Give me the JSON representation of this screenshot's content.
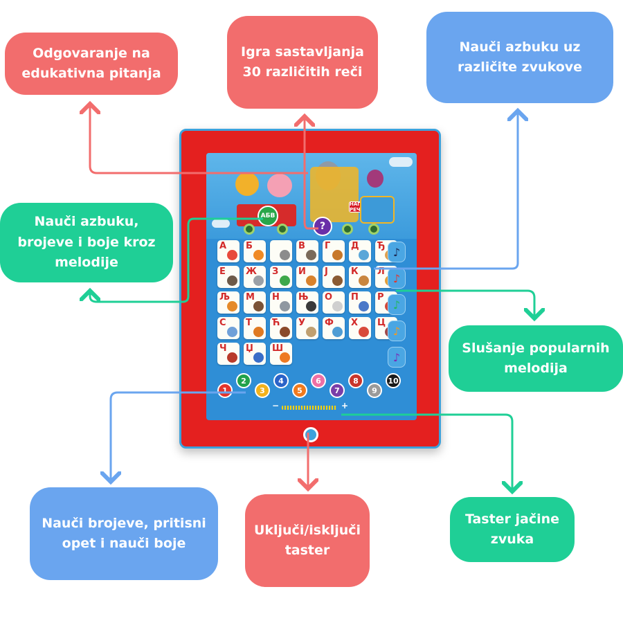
{
  "colors": {
    "red": "#f26d6d",
    "blue": "#6aa5ef",
    "green": "#1fcf96",
    "tablet_frame": "#e4201f",
    "screen": "#2f8ed6"
  },
  "callouts": {
    "questions": "Odgovaranje na\nedukativna pitanja",
    "word_game": "Igra sastavljanja\n30 različitih reči",
    "alphabet_sounds": "Nauči azbuku uz\nrazličite zvukove",
    "alphabet_melodies": "Nauči azbuku,\nbrojeve i boje kroz\nmelodije",
    "popular_melodies": "Slušanje popularnih\nmelodija",
    "numbers_colors": "Nauči brojeve, pritisni\nopet i nauči boje",
    "power": "Uključi/isključi\ntaster",
    "volume": "Taster jačine\nzvuka"
  },
  "tablet": {
    "abc_badge": "АБВ",
    "question_badge": "?",
    "sign": "НАПИШИ РЕЧ",
    "keys": [
      {
        "letter": "А",
        "icon": "airplane-icon",
        "color": "#e84a3c"
      },
      {
        "letter": "Б",
        "icon": "drum-icon",
        "color": "#f08a24"
      },
      {
        "letter": "",
        "icon": "ufo-icon",
        "color": "#8c8c8c"
      },
      {
        "letter": "В",
        "icon": "wolf-icon",
        "color": "#7a6a5a"
      },
      {
        "letter": "Г",
        "icon": "guitar-icon",
        "color": "#c8782a"
      },
      {
        "letter": "Д",
        "icon": "dolphin-icon",
        "color": "#5aa7d8"
      },
      {
        "letter": "Ђ",
        "icon": "gingerbread-icon",
        "color": "#e0a050"
      },
      {
        "letter": "Е",
        "icon": "hedgehog-icon",
        "color": "#6d5a48"
      },
      {
        "letter": "Ж",
        "icon": "needle-icon",
        "color": "#9aa0a6"
      },
      {
        "letter": "З",
        "icon": "snake-icon",
        "color": "#3ea84a"
      },
      {
        "letter": "И",
        "icon": "native-icon",
        "color": "#d9822b"
      },
      {
        "letter": "Ј",
        "icon": "stick-icon",
        "color": "#8a5a32"
      },
      {
        "letter": "К",
        "icon": "kangaroo-icon",
        "color": "#c9863e"
      },
      {
        "letter": "Л",
        "icon": "lion-icon",
        "color": "#e3a03a"
      },
      {
        "letter": "Љ",
        "icon": "tiger-icon",
        "color": "#e58a2a"
      },
      {
        "letter": "М",
        "icon": "bear-icon",
        "color": "#7a5236"
      },
      {
        "letter": "Н",
        "icon": "rhino-icon",
        "color": "#8f98a0"
      },
      {
        "letter": "Њ",
        "icon": "horse-icon",
        "color": "#3a3a3a"
      },
      {
        "letter": "О",
        "icon": "sheep-icon",
        "color": "#cfcfcf"
      },
      {
        "letter": "П",
        "icon": "police-car-icon",
        "color": "#4a78c8"
      },
      {
        "letter": "Р",
        "icon": "turtle-icon",
        "color": "#d24a3a"
      },
      {
        "letter": "С",
        "icon": "elephant-icon",
        "color": "#6fa0d8"
      },
      {
        "letter": "Т",
        "icon": "tiger-icon",
        "color": "#e07a22"
      },
      {
        "letter": "Ћ",
        "icon": "turkey-icon",
        "color": "#8a4a2a"
      },
      {
        "letter": "У",
        "icon": "bird-icon",
        "color": "#c0a070"
      },
      {
        "letter": "Ф",
        "icon": "seal-icon",
        "color": "#4f9dd4"
      },
      {
        "letter": "Х",
        "icon": "helicopter-icon",
        "color": "#d84a3a"
      },
      {
        "letter": "Ц",
        "icon": "flower-icon",
        "color": "#a04a4a"
      },
      {
        "letter": "Ч",
        "icon": "boot-icon",
        "color": "#b83a2a"
      },
      {
        "letter": "Џ",
        "icon": "jeep-icon",
        "color": "#3a6ec8"
      },
      {
        "letter": "Ш",
        "icon": "carrot-icon",
        "color": "#ee7a24"
      }
    ],
    "notes": [
      "♪",
      "♪",
      "♪",
      "♪",
      "♪"
    ],
    "note_colors": [
      "#1b2a55",
      "#e3352b",
      "#22b85a",
      "#f39a1f",
      "#7a2bb8"
    ],
    "numbers": [
      {
        "label": "1",
        "color": "#e3352b"
      },
      {
        "label": "2",
        "color": "#21a24a"
      },
      {
        "label": "3",
        "color": "#f2b21c"
      },
      {
        "label": "4",
        "color": "#2a63c8"
      },
      {
        "label": "5",
        "color": "#f07a1e"
      },
      {
        "label": "6",
        "color": "#ee6fa5"
      },
      {
        "label": "7",
        "color": "#7a3ea8"
      },
      {
        "label": "8",
        "color": "#c8352b"
      },
      {
        "label": "9",
        "color": "#9a9a9a"
      },
      {
        "label": "10",
        "color": "#1a1a1a"
      }
    ],
    "volume_minus": "−",
    "volume_plus": "+"
  }
}
